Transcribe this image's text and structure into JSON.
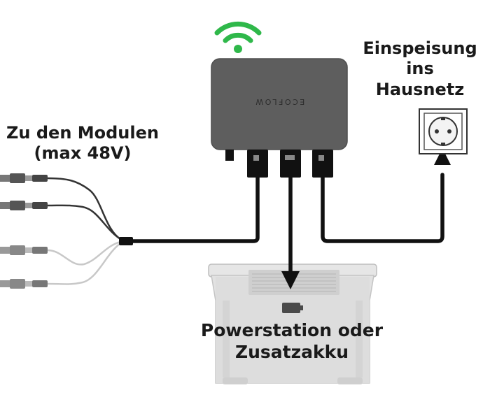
{
  "labels": {
    "modules": [
      "Zu den Modulen",
      "(max 48V)"
    ],
    "grid": [
      "Einspeisung",
      "ins",
      "Hausnetz"
    ],
    "station": [
      "Powerstation oder",
      "Zusatzakku"
    ]
  },
  "device": {
    "brand": "ECOFLOW"
  },
  "icons": {
    "wifi": "wifi-icon",
    "socket": "schuko-socket-icon",
    "battery": "battery-port-icon"
  },
  "colors": {
    "wifi": "#2fb84a",
    "device": "#5e5e5e",
    "cable": "#111111",
    "station": "#dcdcdc",
    "text": "#1a1a1a"
  }
}
